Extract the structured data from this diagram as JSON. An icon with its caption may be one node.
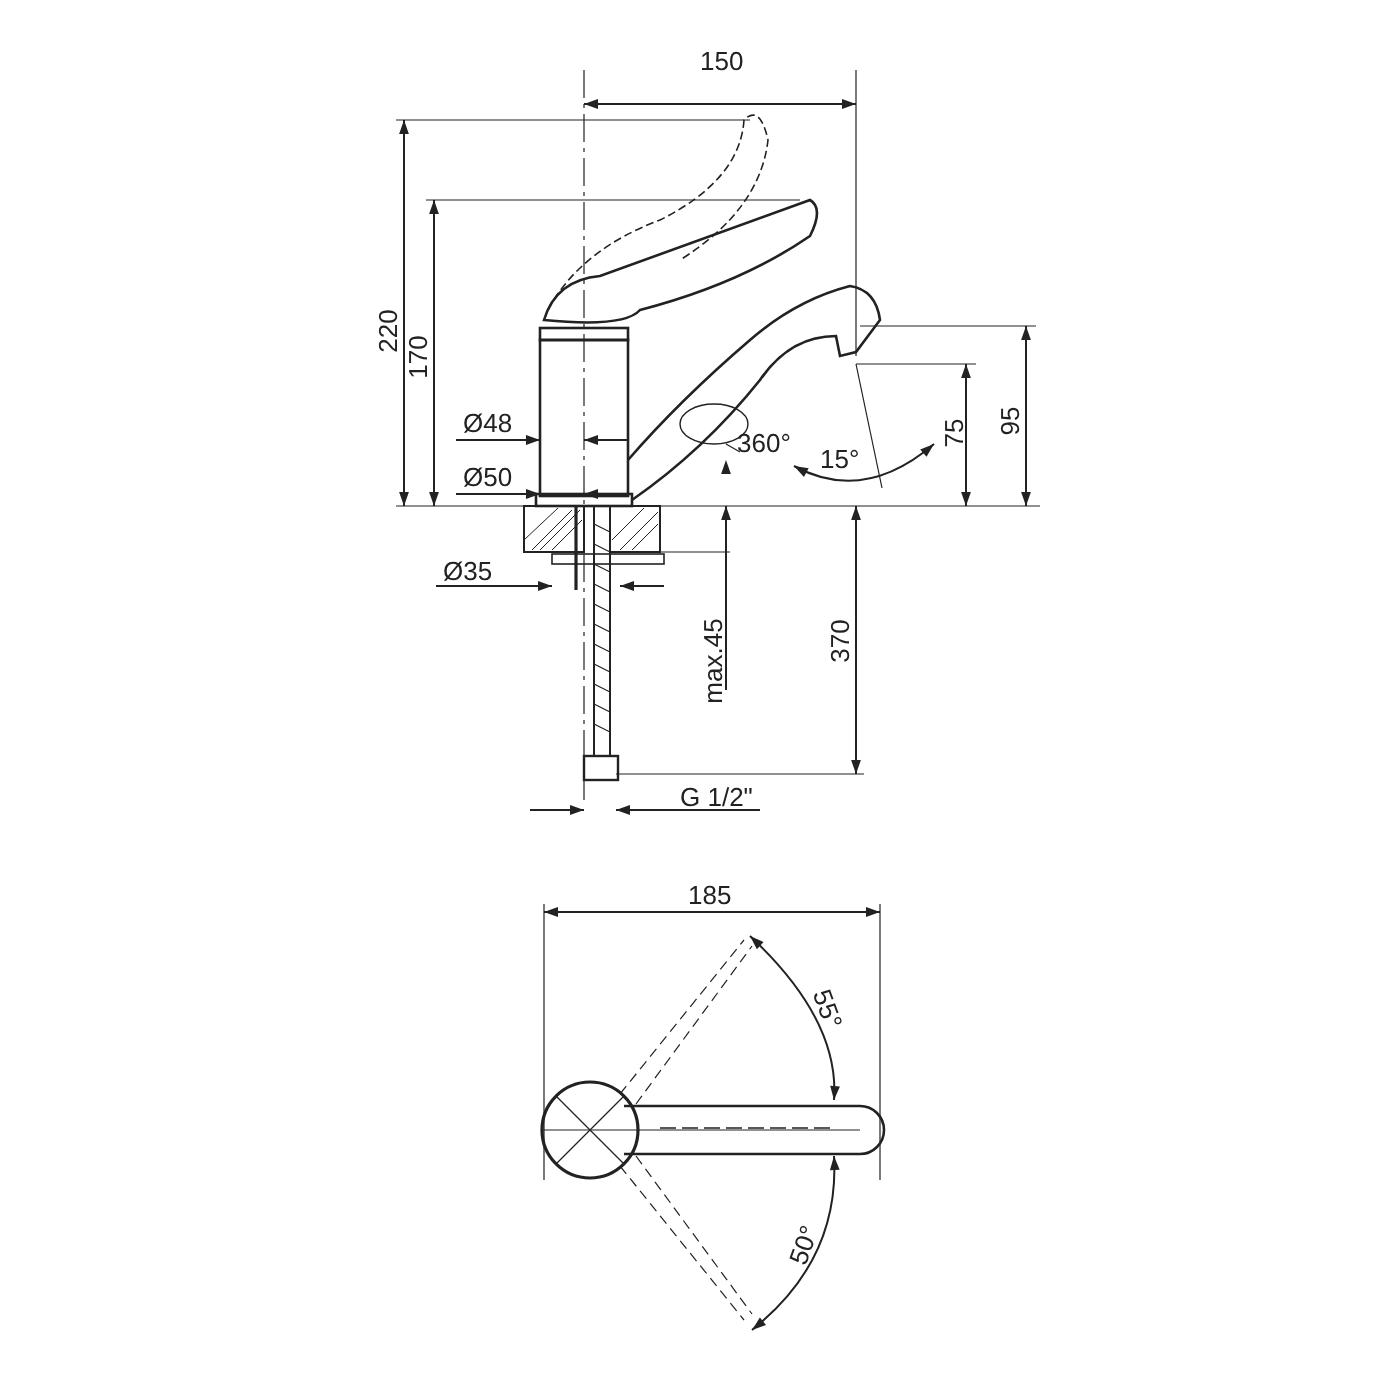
{
  "diagram": {
    "labels": [
      "150",
      "220",
      "170",
      "Ø48",
      "Ø50",
      "360°",
      "15°",
      "75",
      "95",
      "Ø35",
      "max.45",
      "370",
      "G 1/2\"",
      "185",
      "55°",
      "50°"
    ]
  }
}
